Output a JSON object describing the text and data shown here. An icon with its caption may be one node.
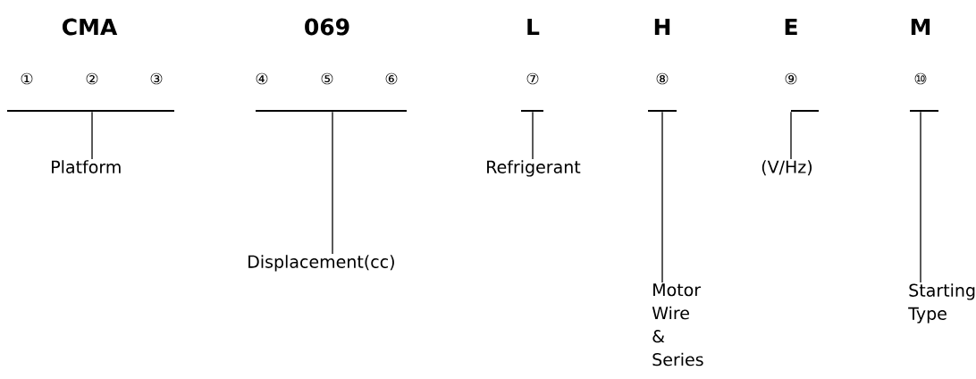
{
  "diagram": {
    "nodes": [
      {
        "text": [],
        "shape": "bar"
      },
      {
        "text": [],
        "shape": "bar"
      },
      {
        "text": [],
        "shape": "bar"
      },
      {
        "text": [],
        "shape": "bar"
      },
      {
        "text": [],
        "shape": "bar"
      },
      {
        "text": [],
        "shape": "bar"
      },
      {
        "text": [
          "Platform"
        ]
      },
      {
        "text": [
          "Displacement(cc)"
        ]
      },
      {
        "text": [
          "Refrigerant"
        ]
      },
      {
        "text": [
          "Motor Wire & Series"
        ]
      },
      {
        "text": [
          "(V/Hz)"
        ]
      },
      {
        "text": [
          "Starting Type"
        ]
      }
    ],
    "edges": [
      {
        "from": 0,
        "to": 6,
        "arrow": "none"
      },
      {
        "from": 1,
        "to": 7,
        "arrow": "none"
      },
      {
        "from": 2,
        "to": 8,
        "arrow": "none"
      },
      {
        "from": 3,
        "to": 9,
        "arrow": "none"
      },
      {
        "from": 4,
        "to": 10,
        "arrow": "none"
      },
      {
        "from": 5,
        "to": 11,
        "arrow": "none"
      }
    ],
    "labels": [
      "CMA",
      "069",
      "L",
      "H",
      "E",
      "M",
      "①",
      "②",
      "③",
      "④",
      "⑤",
      "⑥",
      "⑦",
      "⑧",
      "⑨",
      "⑩"
    ]
  }
}
